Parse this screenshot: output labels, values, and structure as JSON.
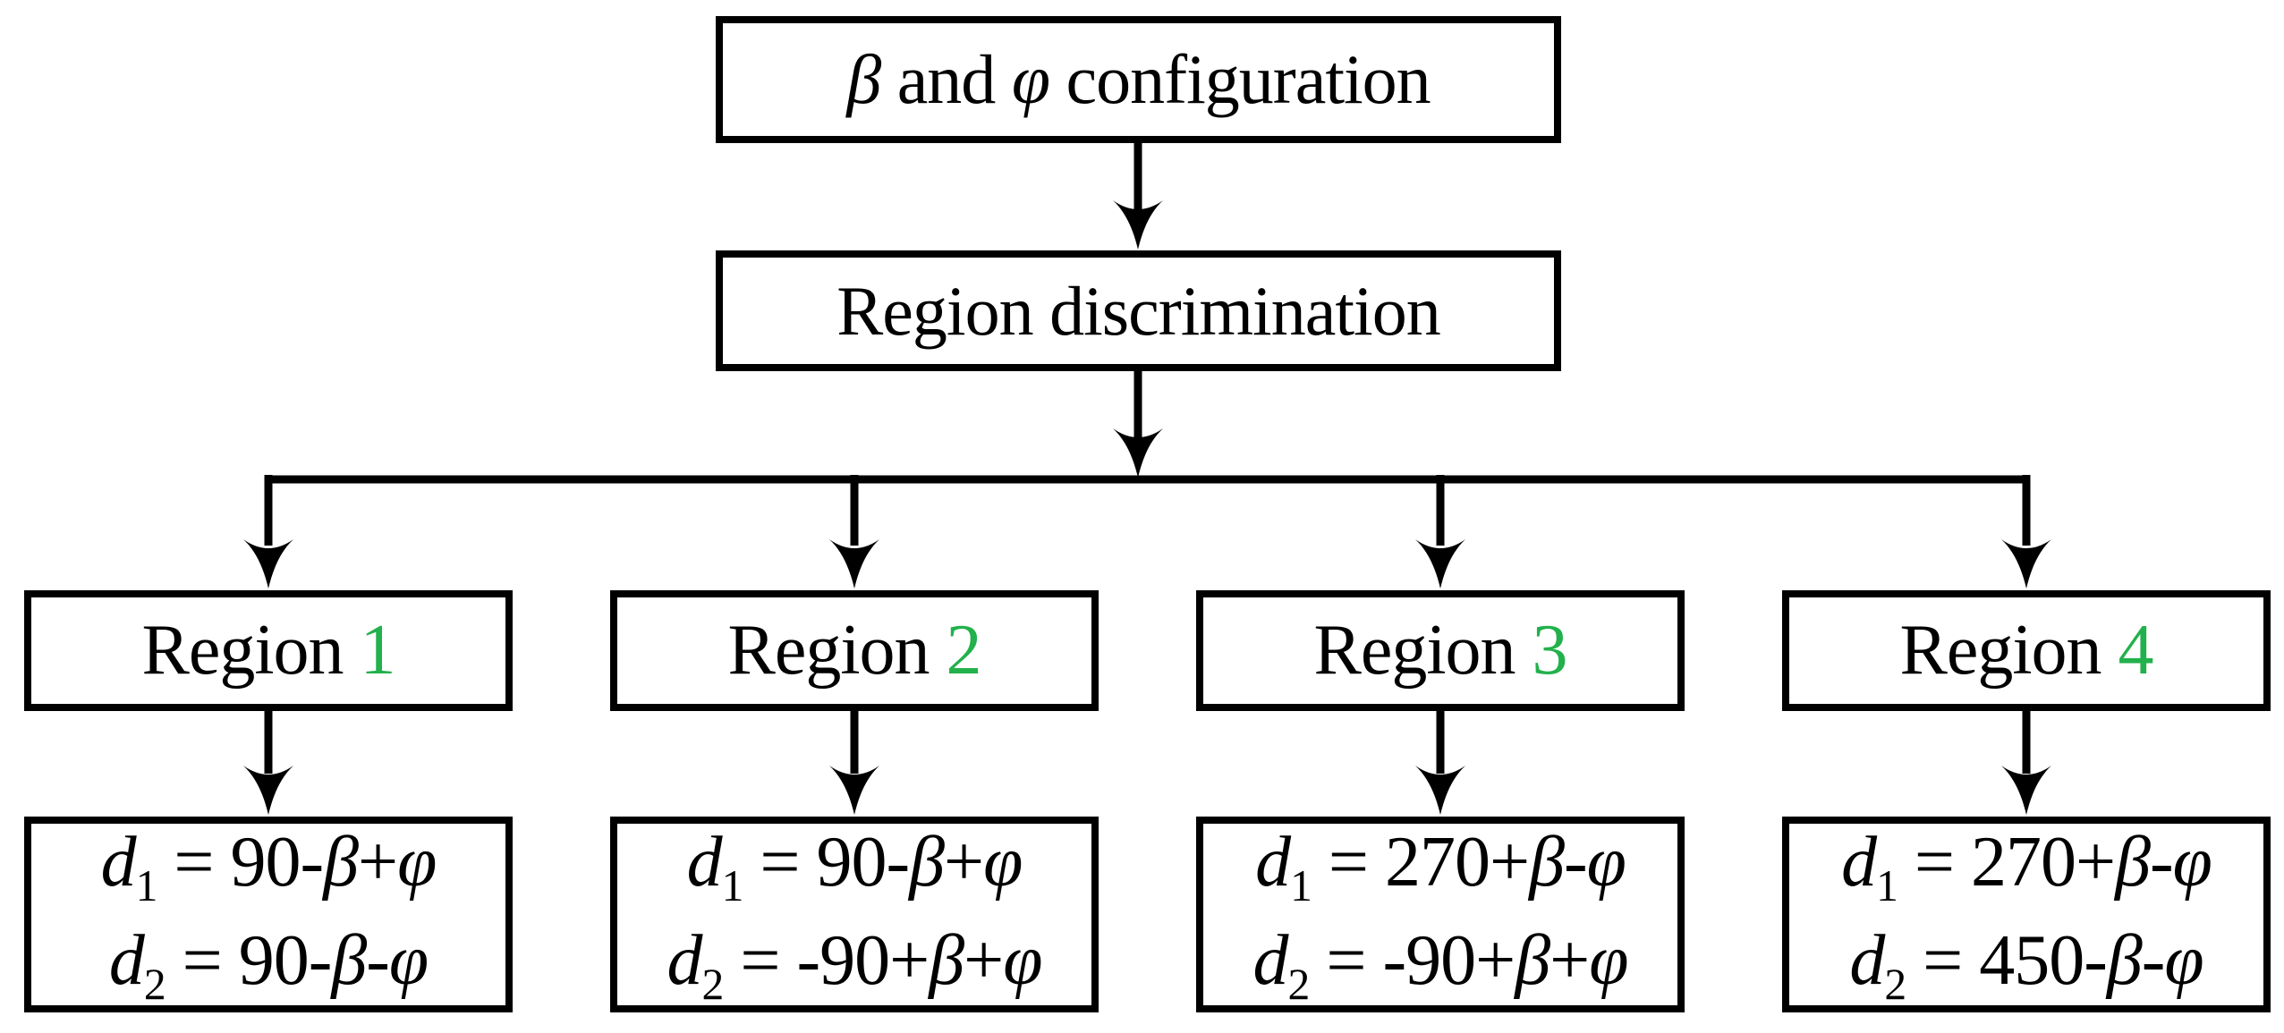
{
  "colors": {
    "background": "#FFFFFF",
    "line": "#000000",
    "text": "#000000",
    "region_number_green": "#22B14C"
  },
  "flowchart": {
    "config_box": {
      "text": "β and φ configuration",
      "segments": [
        {
          "t": "β",
          "i": true
        },
        {
          "t": " and ",
          "i": false
        },
        {
          "t": "φ",
          "i": true
        },
        {
          "t": " configuration",
          "i": false
        }
      ]
    },
    "discrimination_box": {
      "label": "Region discrimination"
    },
    "regions": [
      {
        "name": "Region 1",
        "title_segments": [
          {
            "t": "Region ",
            "i": false
          },
          {
            "t": "1",
            "i": false,
            "color": "#22B14C"
          }
        ],
        "formulas": [
          {
            "text": "d1 = 90-β+φ",
            "segments": [
              {
                "t": "d",
                "i": true
              },
              {
                "t": "1",
                "sub": true
              },
              {
                "t": " = 90-",
                "i": false
              },
              {
                "t": "β",
                "i": true
              },
              {
                "t": "+",
                "i": false
              },
              {
                "t": "φ",
                "i": true
              }
            ]
          },
          {
            "text": "d2 = 90-β-φ",
            "segments": [
              {
                "t": "d",
                "i": true
              },
              {
                "t": "2",
                "sub": true
              },
              {
                "t": " = 90-",
                "i": false
              },
              {
                "t": "β",
                "i": true
              },
              {
                "t": "-",
                "i": false
              },
              {
                "t": "φ",
                "i": true
              }
            ]
          }
        ]
      },
      {
        "name": "Region 2",
        "title_segments": [
          {
            "t": "Region ",
            "i": false
          },
          {
            "t": "2",
            "i": false,
            "color": "#22B14C"
          }
        ],
        "formulas": [
          {
            "text": "d1 = 90-β+φ",
            "segments": [
              {
                "t": "d",
                "i": true
              },
              {
                "t": "1",
                "sub": true
              },
              {
                "t": " = 90-",
                "i": false
              },
              {
                "t": "β",
                "i": true
              },
              {
                "t": "+",
                "i": false
              },
              {
                "t": "φ",
                "i": true
              }
            ]
          },
          {
            "text": "d2 = -90+β+φ",
            "segments": [
              {
                "t": "d",
                "i": true
              },
              {
                "t": "2",
                "sub": true
              },
              {
                "t": " = -90+",
                "i": false
              },
              {
                "t": "β",
                "i": true
              },
              {
                "t": "+",
                "i": false
              },
              {
                "t": "φ",
                "i": true
              }
            ]
          }
        ]
      },
      {
        "name": "Region 3",
        "title_segments": [
          {
            "t": "Region ",
            "i": false
          },
          {
            "t": "3",
            "i": false,
            "color": "#22B14C"
          }
        ],
        "formulas": [
          {
            "text": "d1 = 270+β-φ",
            "segments": [
              {
                "t": "d",
                "i": true
              },
              {
                "t": "1",
                "sub": true
              },
              {
                "t": " = 270+",
                "i": false
              },
              {
                "t": "β",
                "i": true
              },
              {
                "t": "-",
                "i": false
              },
              {
                "t": "φ",
                "i": true
              }
            ]
          },
          {
            "text": "d2 = -90+β+φ",
            "segments": [
              {
                "t": "d",
                "i": true
              },
              {
                "t": "2",
                "sub": true
              },
              {
                "t": " = -90+",
                "i": false
              },
              {
                "t": "β",
                "i": true
              },
              {
                "t": "+",
                "i": false
              },
              {
                "t": "φ",
                "i": true
              }
            ]
          }
        ]
      },
      {
        "name": "Region 4",
        "title_segments": [
          {
            "t": "Region ",
            "i": false
          },
          {
            "t": "4",
            "i": false,
            "color": "#22B14C"
          }
        ],
        "formulas": [
          {
            "text": "d1 = 270+β-φ",
            "segments": [
              {
                "t": "d",
                "i": true
              },
              {
                "t": "1",
                "sub": true
              },
              {
                "t": " = 270+",
                "i": false
              },
              {
                "t": "β",
                "i": true
              },
              {
                "t": "-",
                "i": false
              },
              {
                "t": "φ",
                "i": true
              }
            ]
          },
          {
            "text": "d2 = 450-β-φ",
            "segments": [
              {
                "t": "d",
                "i": true
              },
              {
                "t": "2",
                "sub": true
              },
              {
                "t": " = 450-",
                "i": false
              },
              {
                "t": "β",
                "i": true
              },
              {
                "t": "-",
                "i": false
              },
              {
                "t": "φ",
                "i": true
              }
            ]
          }
        ]
      }
    ]
  }
}
